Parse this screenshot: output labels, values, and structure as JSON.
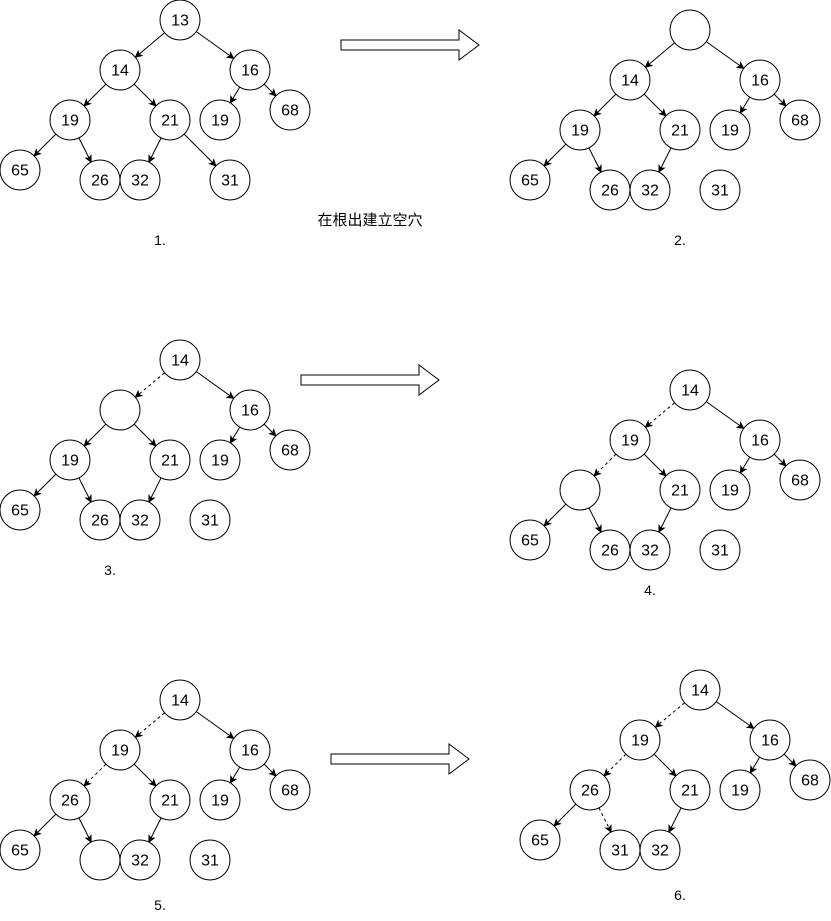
{
  "note": "在根出建立空穴",
  "panels": [
    {
      "caption": "1.",
      "nodes": [
        {
          "id": "a",
          "label": "13"
        },
        {
          "id": "b",
          "label": "14"
        },
        {
          "id": "c",
          "label": "16"
        },
        {
          "id": "d",
          "label": "19"
        },
        {
          "id": "e",
          "label": "21"
        },
        {
          "id": "f",
          "label": "19"
        },
        {
          "id": "g",
          "label": "68"
        },
        {
          "id": "h",
          "label": "65"
        },
        {
          "id": "i",
          "label": "26"
        },
        {
          "id": "j",
          "label": "32"
        },
        {
          "id": "k",
          "label": "31"
        }
      ],
      "edges": [
        {
          "from": "a",
          "to": "b",
          "style": "solid"
        },
        {
          "from": "a",
          "to": "c",
          "style": "solid"
        },
        {
          "from": "b",
          "to": "d",
          "style": "solid"
        },
        {
          "from": "b",
          "to": "e",
          "style": "solid"
        },
        {
          "from": "c",
          "to": "f",
          "style": "solid"
        },
        {
          "from": "c",
          "to": "g",
          "style": "solid"
        },
        {
          "from": "d",
          "to": "h",
          "style": "solid"
        },
        {
          "from": "d",
          "to": "i",
          "style": "solid"
        },
        {
          "from": "e",
          "to": "j",
          "style": "solid"
        },
        {
          "from": "e",
          "to": "k",
          "style": "solid"
        }
      ]
    },
    {
      "caption": "2.",
      "nodes": [
        {
          "id": "a",
          "label": ""
        },
        {
          "id": "b",
          "label": "14"
        },
        {
          "id": "c",
          "label": "16"
        },
        {
          "id": "d",
          "label": "19"
        },
        {
          "id": "e",
          "label": "21"
        },
        {
          "id": "f",
          "label": "19"
        },
        {
          "id": "g",
          "label": "68"
        },
        {
          "id": "h",
          "label": "65"
        },
        {
          "id": "i",
          "label": "26"
        },
        {
          "id": "j",
          "label": "32"
        },
        {
          "id": "k",
          "label": "31"
        }
      ],
      "edges": [
        {
          "from": "a",
          "to": "b",
          "style": "solid"
        },
        {
          "from": "a",
          "to": "c",
          "style": "solid"
        },
        {
          "from": "b",
          "to": "d",
          "style": "solid"
        },
        {
          "from": "b",
          "to": "e",
          "style": "solid"
        },
        {
          "from": "c",
          "to": "f",
          "style": "solid"
        },
        {
          "from": "c",
          "to": "g",
          "style": "solid"
        },
        {
          "from": "d",
          "to": "h",
          "style": "solid"
        },
        {
          "from": "d",
          "to": "i",
          "style": "solid"
        },
        {
          "from": "e",
          "to": "j",
          "style": "solid"
        }
      ]
    },
    {
      "caption": "3.",
      "nodes": [
        {
          "id": "a",
          "label": "14"
        },
        {
          "id": "b",
          "label": ""
        },
        {
          "id": "c",
          "label": "16"
        },
        {
          "id": "d",
          "label": "19"
        },
        {
          "id": "e",
          "label": "21"
        },
        {
          "id": "f",
          "label": "19"
        },
        {
          "id": "g",
          "label": "68"
        },
        {
          "id": "h",
          "label": "65"
        },
        {
          "id": "i",
          "label": "26"
        },
        {
          "id": "j",
          "label": "32"
        },
        {
          "id": "k",
          "label": "31"
        }
      ],
      "edges": [
        {
          "from": "a",
          "to": "b",
          "style": "dashed"
        },
        {
          "from": "a",
          "to": "c",
          "style": "solid"
        },
        {
          "from": "b",
          "to": "d",
          "style": "solid"
        },
        {
          "from": "b",
          "to": "e",
          "style": "solid"
        },
        {
          "from": "c",
          "to": "f",
          "style": "solid"
        },
        {
          "from": "c",
          "to": "g",
          "style": "solid"
        },
        {
          "from": "d",
          "to": "h",
          "style": "solid"
        },
        {
          "from": "d",
          "to": "i",
          "style": "solid"
        },
        {
          "from": "e",
          "to": "j",
          "style": "solid"
        }
      ]
    },
    {
      "caption": "4.",
      "nodes": [
        {
          "id": "a",
          "label": "14"
        },
        {
          "id": "b",
          "label": "19"
        },
        {
          "id": "c",
          "label": "16"
        },
        {
          "id": "d",
          "label": ""
        },
        {
          "id": "e",
          "label": "21"
        },
        {
          "id": "f",
          "label": "19"
        },
        {
          "id": "g",
          "label": "68"
        },
        {
          "id": "h",
          "label": "65"
        },
        {
          "id": "i",
          "label": "26"
        },
        {
          "id": "j",
          "label": "32"
        },
        {
          "id": "k",
          "label": "31"
        }
      ],
      "edges": [
        {
          "from": "a",
          "to": "b",
          "style": "dashed"
        },
        {
          "from": "a",
          "to": "c",
          "style": "solid"
        },
        {
          "from": "b",
          "to": "d",
          "style": "dashed"
        },
        {
          "from": "b",
          "to": "e",
          "style": "solid"
        },
        {
          "from": "c",
          "to": "f",
          "style": "solid"
        },
        {
          "from": "c",
          "to": "g",
          "style": "solid"
        },
        {
          "from": "d",
          "to": "h",
          "style": "solid"
        },
        {
          "from": "d",
          "to": "i",
          "style": "solid"
        },
        {
          "from": "e",
          "to": "j",
          "style": "solid"
        }
      ]
    },
    {
      "caption": "5.",
      "nodes": [
        {
          "id": "a",
          "label": "14"
        },
        {
          "id": "b",
          "label": "19"
        },
        {
          "id": "c",
          "label": "16"
        },
        {
          "id": "d",
          "label": "26"
        },
        {
          "id": "e",
          "label": "21"
        },
        {
          "id": "f",
          "label": "19"
        },
        {
          "id": "g",
          "label": "68"
        },
        {
          "id": "h",
          "label": "65"
        },
        {
          "id": "i",
          "label": ""
        },
        {
          "id": "j",
          "label": "32"
        },
        {
          "id": "k",
          "label": "31"
        }
      ],
      "edges": [
        {
          "from": "a",
          "to": "b",
          "style": "dashed"
        },
        {
          "from": "a",
          "to": "c",
          "style": "solid"
        },
        {
          "from": "b",
          "to": "d",
          "style": "dashed"
        },
        {
          "from": "b",
          "to": "e",
          "style": "solid"
        },
        {
          "from": "c",
          "to": "f",
          "style": "solid"
        },
        {
          "from": "c",
          "to": "g",
          "style": "solid"
        },
        {
          "from": "d",
          "to": "h",
          "style": "solid"
        },
        {
          "from": "d",
          "to": "i",
          "style": "solid"
        },
        {
          "from": "e",
          "to": "j",
          "style": "solid"
        }
      ]
    },
    {
      "caption": "6.",
      "nodes": [
        {
          "id": "a",
          "label": "14"
        },
        {
          "id": "b",
          "label": "19"
        },
        {
          "id": "c",
          "label": "16"
        },
        {
          "id": "d",
          "label": "26"
        },
        {
          "id": "e",
          "label": "21"
        },
        {
          "id": "f",
          "label": "19"
        },
        {
          "id": "g",
          "label": "68"
        },
        {
          "id": "h",
          "label": "65"
        },
        {
          "id": "i",
          "label": "31"
        },
        {
          "id": "j",
          "label": "32"
        }
      ],
      "edges": [
        {
          "from": "a",
          "to": "b",
          "style": "dashed"
        },
        {
          "from": "a",
          "to": "c",
          "style": "solid"
        },
        {
          "from": "b",
          "to": "d",
          "style": "dashed"
        },
        {
          "from": "b",
          "to": "e",
          "style": "solid"
        },
        {
          "from": "c",
          "to": "f",
          "style": "solid"
        },
        {
          "from": "c",
          "to": "g",
          "style": "solid"
        },
        {
          "from": "d",
          "to": "h",
          "style": "solid"
        },
        {
          "from": "d",
          "to": "i",
          "style": "dashed"
        },
        {
          "from": "e",
          "to": "j",
          "style": "solid"
        }
      ]
    }
  ]
}
